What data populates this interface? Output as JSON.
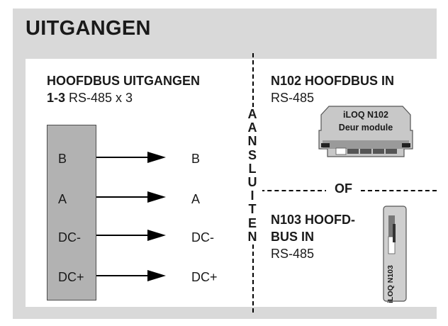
{
  "title": "UITGANGEN",
  "left": {
    "heading": "HOOFDBUS UITGANGEN",
    "range_bold": "1-3",
    "range_rest": " RS-485 x 3",
    "pins": [
      "B",
      "A",
      "DC-",
      "DC+"
    ],
    "outputs": [
      "B",
      "A",
      "DC-",
      "DC+"
    ]
  },
  "center": {
    "vertical_letters": [
      "A",
      "A",
      "N",
      "S",
      "L",
      "U",
      "I",
      "T",
      "E",
      "N"
    ],
    "separator": "OF"
  },
  "n102": {
    "heading": "N102 HOOFDBUS IN",
    "sub": "RS-485",
    "device_line1": "iLOQ N102",
    "device_line2": "Deur module"
  },
  "n103": {
    "heading_line1": "N103 HOOFD-",
    "heading_line2": "BUS IN",
    "sub": "RS-485",
    "device_line1": "iLOQ",
    "device_line2": "N103"
  }
}
